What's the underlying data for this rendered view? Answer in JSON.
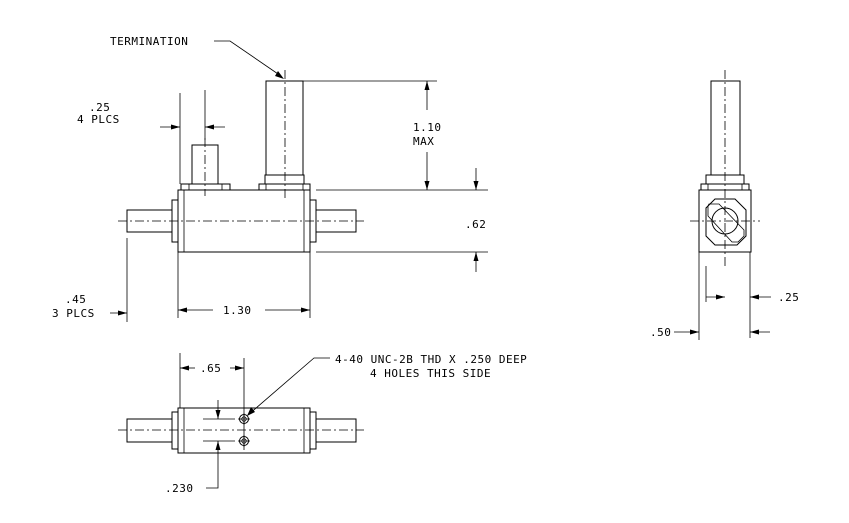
{
  "labels": {
    "termination": "TERMINATION",
    "dim_025_value": ".25",
    "dim_025_qty": "4 PLCS",
    "dim_110_value": "1.10",
    "dim_110_qualifier": "MAX",
    "dim_062": ".62",
    "dim_045_value": ".45",
    "dim_045_qty": "3 PLCS",
    "dim_130": "1.30",
    "side_dim_025": ".25",
    "side_dim_050": ".50",
    "dim_065": ".65",
    "thread_note_line1": "4-40 UNC-2B THD X .250 DEEP",
    "thread_note_line2": "4 HOLES THIS SIDE",
    "dim_0230": ".230"
  }
}
